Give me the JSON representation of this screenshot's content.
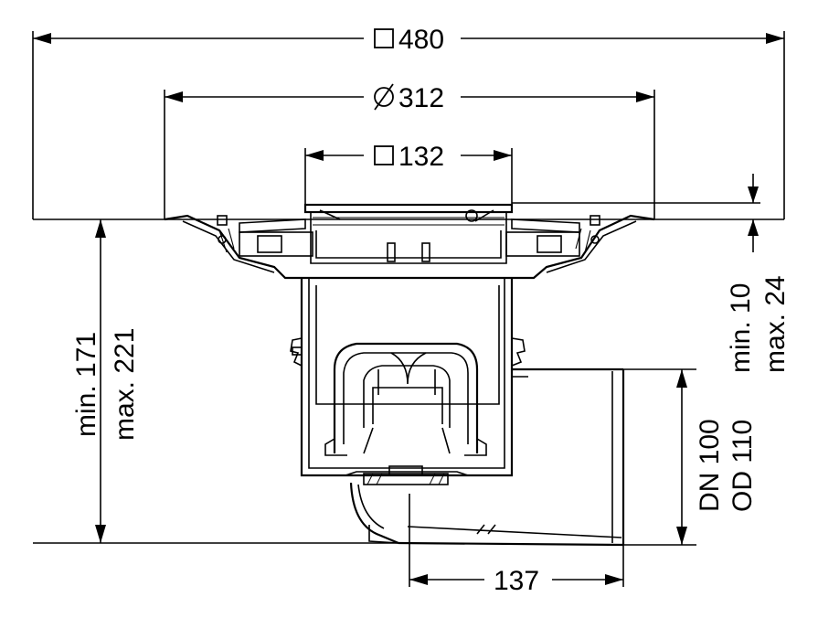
{
  "colors": {
    "line": "#000000",
    "background": "#ffffff"
  },
  "dimensions": {
    "square_outer": {
      "symbol": "□",
      "value": "480"
    },
    "diameter": {
      "symbol": "⌀",
      "value": "312"
    },
    "square_inner": {
      "symbol": "□",
      "value": "132"
    },
    "height_min": "min. 171",
    "height_max": "max. 221",
    "grating_min": "min. 10",
    "grating_max": "max. 24",
    "outlet_dn": "DN 100",
    "outlet_od": "OD 110",
    "outlet_offset": "137"
  }
}
